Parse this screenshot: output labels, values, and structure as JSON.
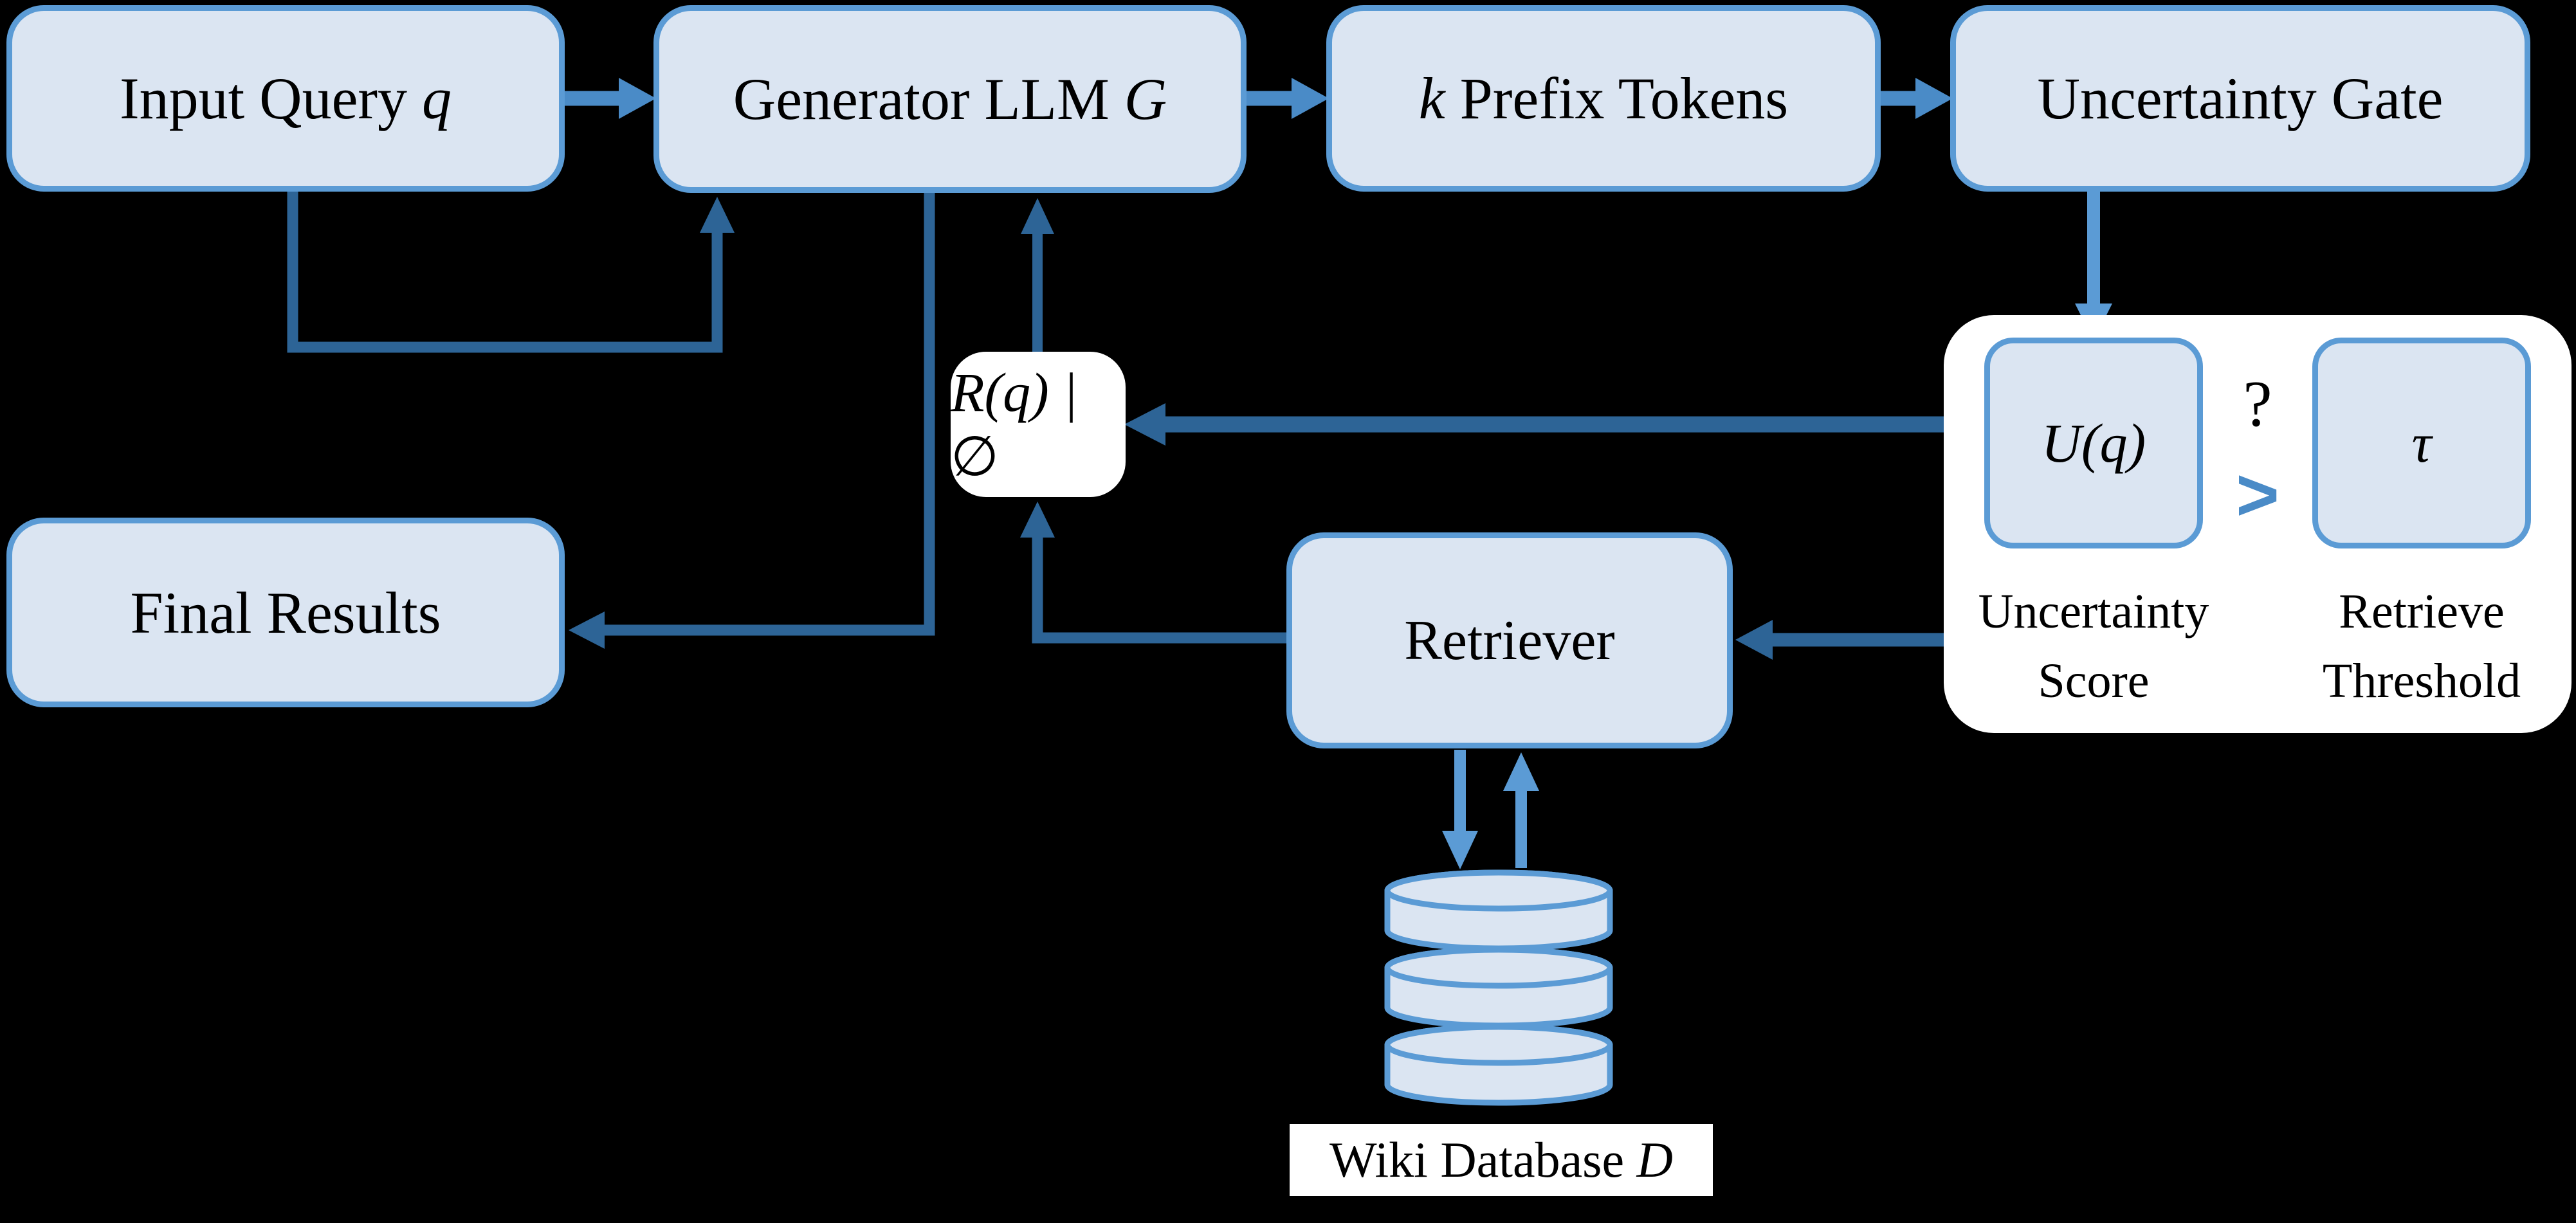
{
  "figure": {
    "type": "flow-diagram",
    "colors": {
      "background": "#000000",
      "node_fill": "#dbe5f2",
      "node_border": "#5b9bd5",
      "arrow_light": "#5b9bd5",
      "arrow_mid": "#4a8bc7",
      "arrow_dark": "#2d6496",
      "panel_fill": "#ffffff",
      "text": "#000000"
    },
    "nodes": {
      "input_query": {
        "label": "Input Query ",
        "symbol": "q"
      },
      "generator": {
        "label": "Generator LLM ",
        "symbol": "G"
      },
      "prefix_tokens": {
        "symbol": "k",
        "label": " Prefix Tokens"
      },
      "uncertainty_gate": {
        "label": "Uncertainty Gate"
      },
      "final_results": {
        "label": "Final Results"
      },
      "retrieval_result": {
        "formula": "R(q) | ∅"
      },
      "retriever": {
        "label": "Retriever"
      },
      "wiki_database": {
        "label": "Wiki Database ",
        "symbol": "D"
      }
    },
    "gate_panel": {
      "uncertainty_score": {
        "formula": "U(q)",
        "caption_line1": "Uncertainty",
        "caption_line2": "Score"
      },
      "retrieve_threshold": {
        "formula": "τ",
        "caption_line1": "Retrieve",
        "caption_line2": "Threshold"
      },
      "question_mark": "?",
      "comparator": ">"
    }
  }
}
